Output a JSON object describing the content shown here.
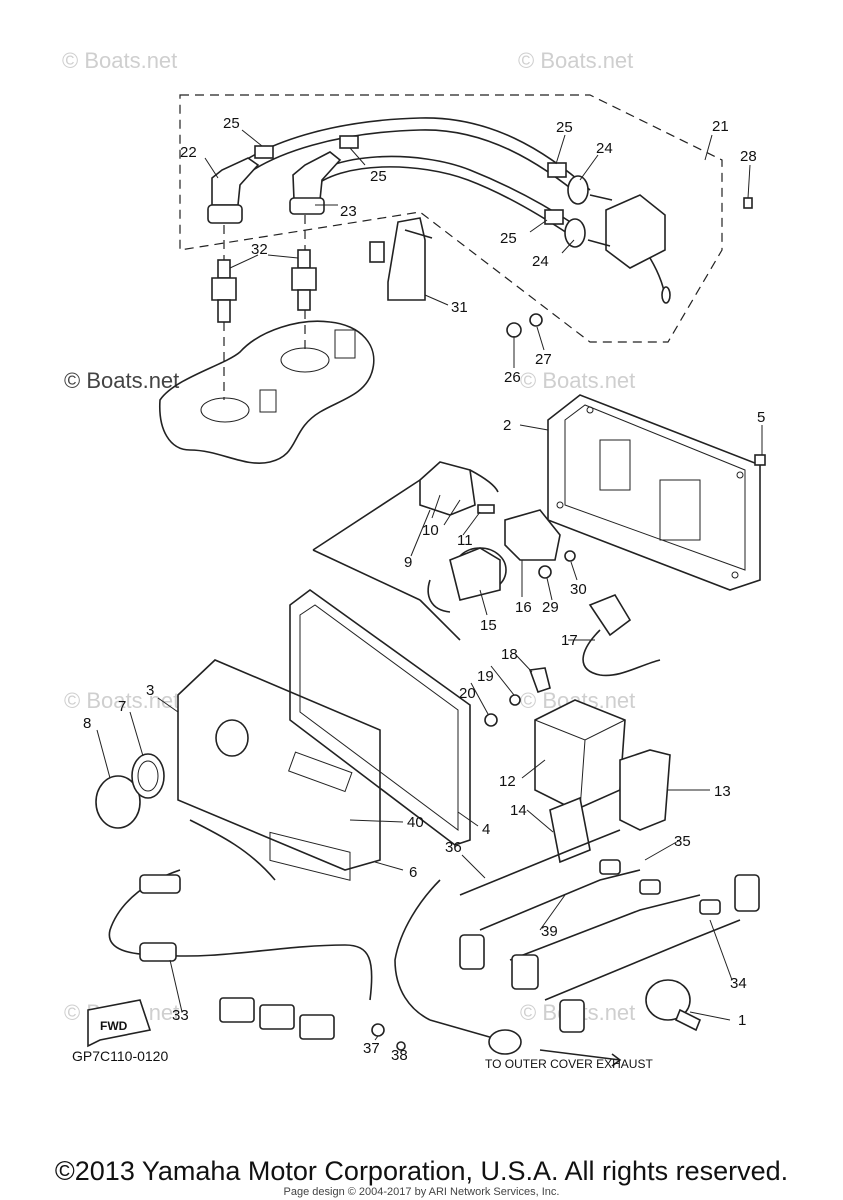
{
  "watermarks": {
    "light": "© Boats.net",
    "dark": "© Boats.net"
  },
  "callouts": [
    "1",
    "2",
    "3",
    "4",
    "5",
    "6",
    "7",
    "8",
    "9",
    "10",
    "11",
    "12",
    "13",
    "14",
    "15",
    "16",
    "17",
    "18",
    "19",
    "20",
    "21",
    "22",
    "23",
    "24",
    "25",
    "26",
    "27",
    "28",
    "29",
    "30",
    "31",
    "32",
    "33",
    "34",
    "35",
    "36",
    "37",
    "38",
    "39",
    "40"
  ],
  "diagram_code": "GP7C110-0120",
  "fwd_label": "FWD",
  "exhaust_note": "TO OUTER COVER EXHAUST",
  "footer": {
    "copyright": "©2013 Yamaha Motor Corporation, U.S.A. All rights reserved.",
    "design": "Page design © 2004-2017 by ARI Network Services, Inc."
  }
}
